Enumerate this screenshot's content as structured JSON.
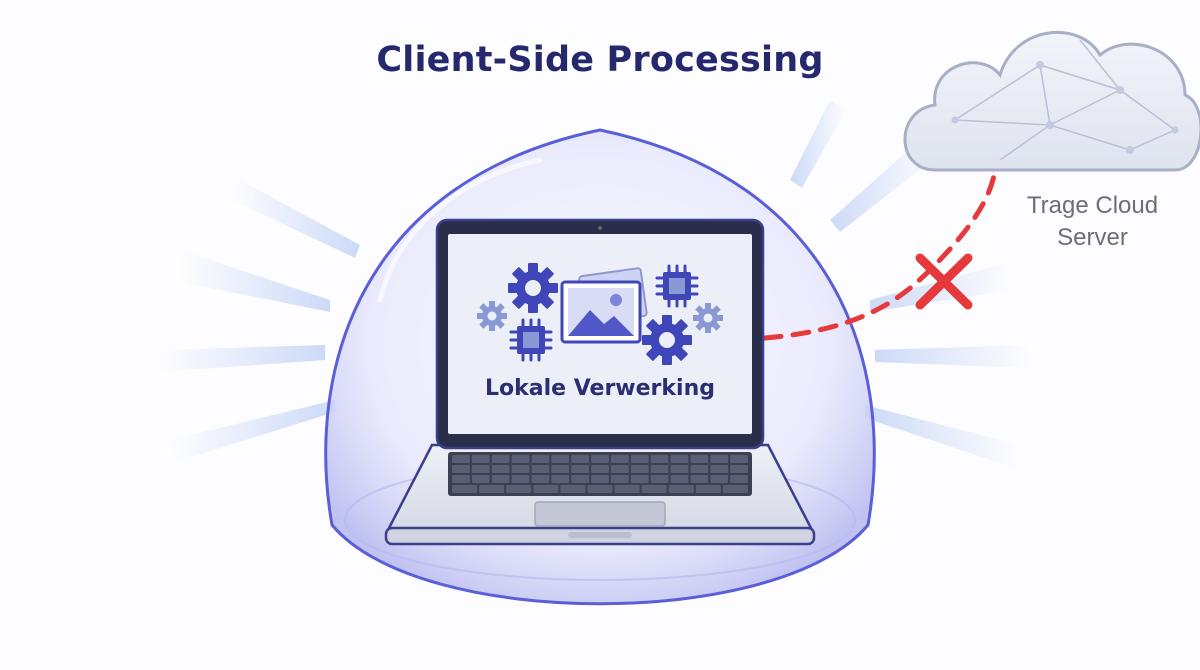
{
  "title": "Client-Side Processing",
  "screen_label": "Lokale Verwerking",
  "cloud": {
    "label_line1": "Trage Cloud",
    "label_line2": "Server"
  },
  "colors": {
    "title": "#26286e",
    "dome_edge": "#5a5fd8",
    "icon_primary": "#3f46b8",
    "icon_secondary": "#8a98d6",
    "blocked_path": "#e5393b",
    "cloud_fill": "#e8ebf4"
  },
  "icons": [
    "gear-icon",
    "chip-icon",
    "image-icon",
    "blocked-x-icon",
    "cloud-icon",
    "laptop-icon"
  ]
}
